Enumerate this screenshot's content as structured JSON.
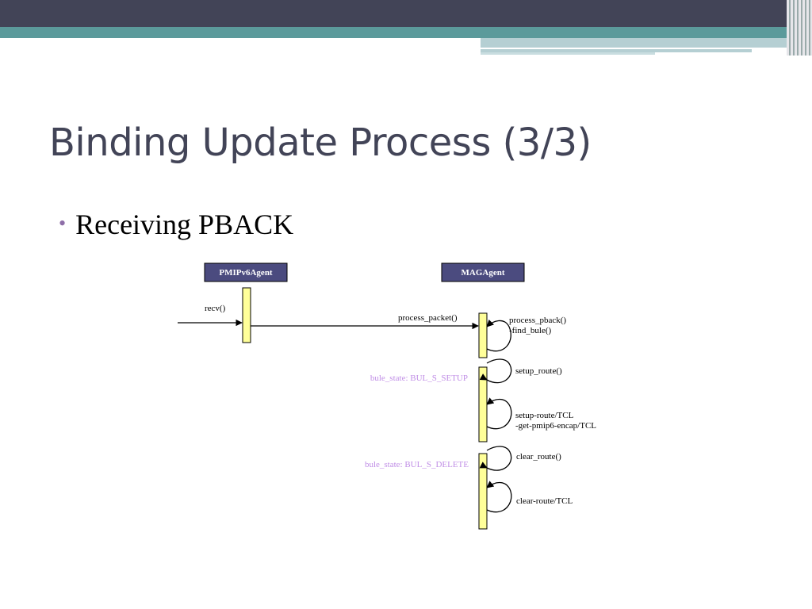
{
  "slide": {
    "title": "Binding Update Process (3/3)",
    "bullet": "Receiving PBACK"
  },
  "diagram": {
    "actors": [
      {
        "name": "PMIPv6Agent"
      },
      {
        "name": "MAGAgent"
      }
    ],
    "messages": {
      "recv": "recv()",
      "process_packet": "process_packet()",
      "process_pback": "process_pback()",
      "find_bule": "-find_bule()",
      "setup_route": "setup_route()",
      "setup_route_tcl": "setup-route/TCL",
      "get_pmip6_encap": "-get-pmip6-encap/TCL",
      "clear_route": "clear_route()",
      "clear_route_tcl": "clear-route/TCL"
    },
    "states": {
      "setup": "bule_state: BUL_S_SETUP",
      "delete": "bule_state: BUL_S_DELETE"
    }
  },
  "colors": {
    "header_dark": "#424457",
    "header_teal": "#5b9a9b",
    "header_light": "#b5cfd3",
    "title": "#424457",
    "bullet": "#8e6ea8",
    "actor_box": "#4b4b7f",
    "activation": "#ffff99",
    "state_text": "#c08ee6"
  }
}
